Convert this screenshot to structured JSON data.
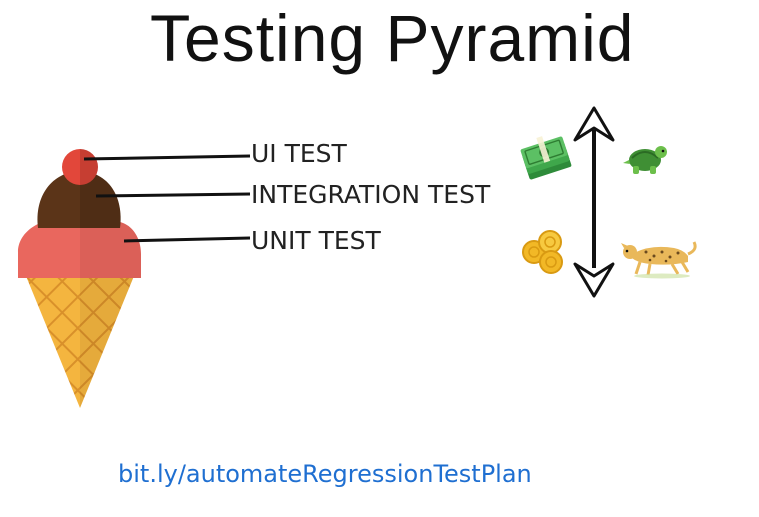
{
  "title": "Testing Pyramid",
  "layers": {
    "ui": "UI TEST",
    "integration": "INTEGRATION TEST",
    "unit": "UNIT TEST"
  },
  "link": "bit.ly/automateRegressionTestPlan",
  "icons": {
    "top_left": "money-stack-icon",
    "top_right": "turtle-icon",
    "bottom_left": "gold-coins-icon",
    "bottom_right": "cheetah-icon",
    "axis": "double-headed-arrow-icon"
  },
  "colors": {
    "cherry": "#e2473a",
    "chocolate": "#5b3418",
    "strawberry": "#e9675e",
    "cone": "#f4b53f",
    "link": "#1f6fd1"
  }
}
